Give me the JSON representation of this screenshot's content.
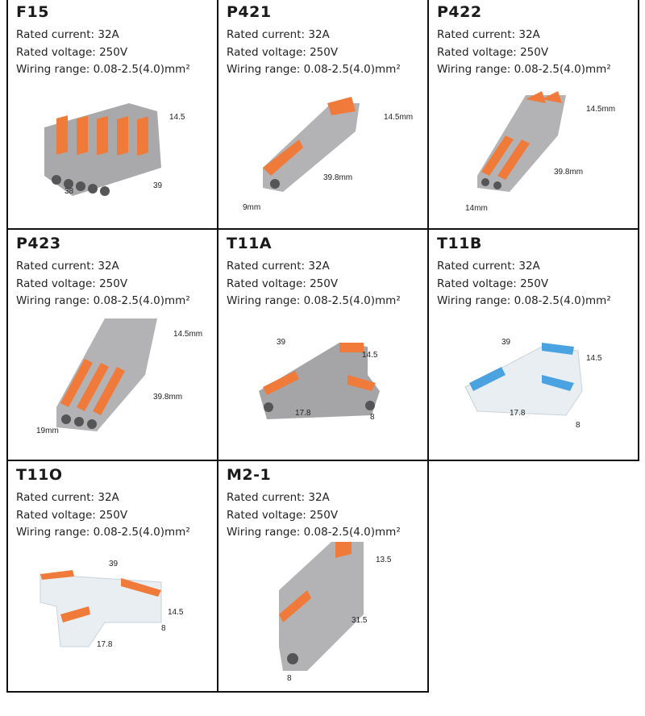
{
  "specs_labels": {
    "current": "Rated current: 32A",
    "voltage": "Rated voltage: 250V",
    "wiring": "Wiring range: 0.08-2.5(4.0)mm²"
  },
  "products": [
    {
      "model": "F15",
      "dims": [
        "14.5",
        "38",
        "39"
      ]
    },
    {
      "model": "P421",
      "dims": [
        "14.5mm",
        "39.8mm",
        "9mm"
      ]
    },
    {
      "model": "P422",
      "dims": [
        "14.5mm",
        "39.8mm",
        "14mm"
      ]
    },
    {
      "model": "P423",
      "dims": [
        "14.5mm",
        "39.8mm",
        "19mm"
      ]
    },
    {
      "model": "T11A",
      "dims": [
        "39",
        "14.5",
        "17.8",
        "8"
      ]
    },
    {
      "model": "T11B",
      "dims": [
        "39",
        "14.5",
        "17.8",
        "8"
      ]
    },
    {
      "model": "T11O",
      "dims": [
        "39",
        "14.5",
        "17.8",
        "8"
      ]
    },
    {
      "model": "M2-1",
      "dims": [
        "13.5",
        "31.5",
        "8"
      ]
    }
  ],
  "colors": {
    "body": "#a9a9ab",
    "lever": "#f07a3a",
    "blue": "#4aa3e0",
    "clear": "#e8eef2"
  }
}
